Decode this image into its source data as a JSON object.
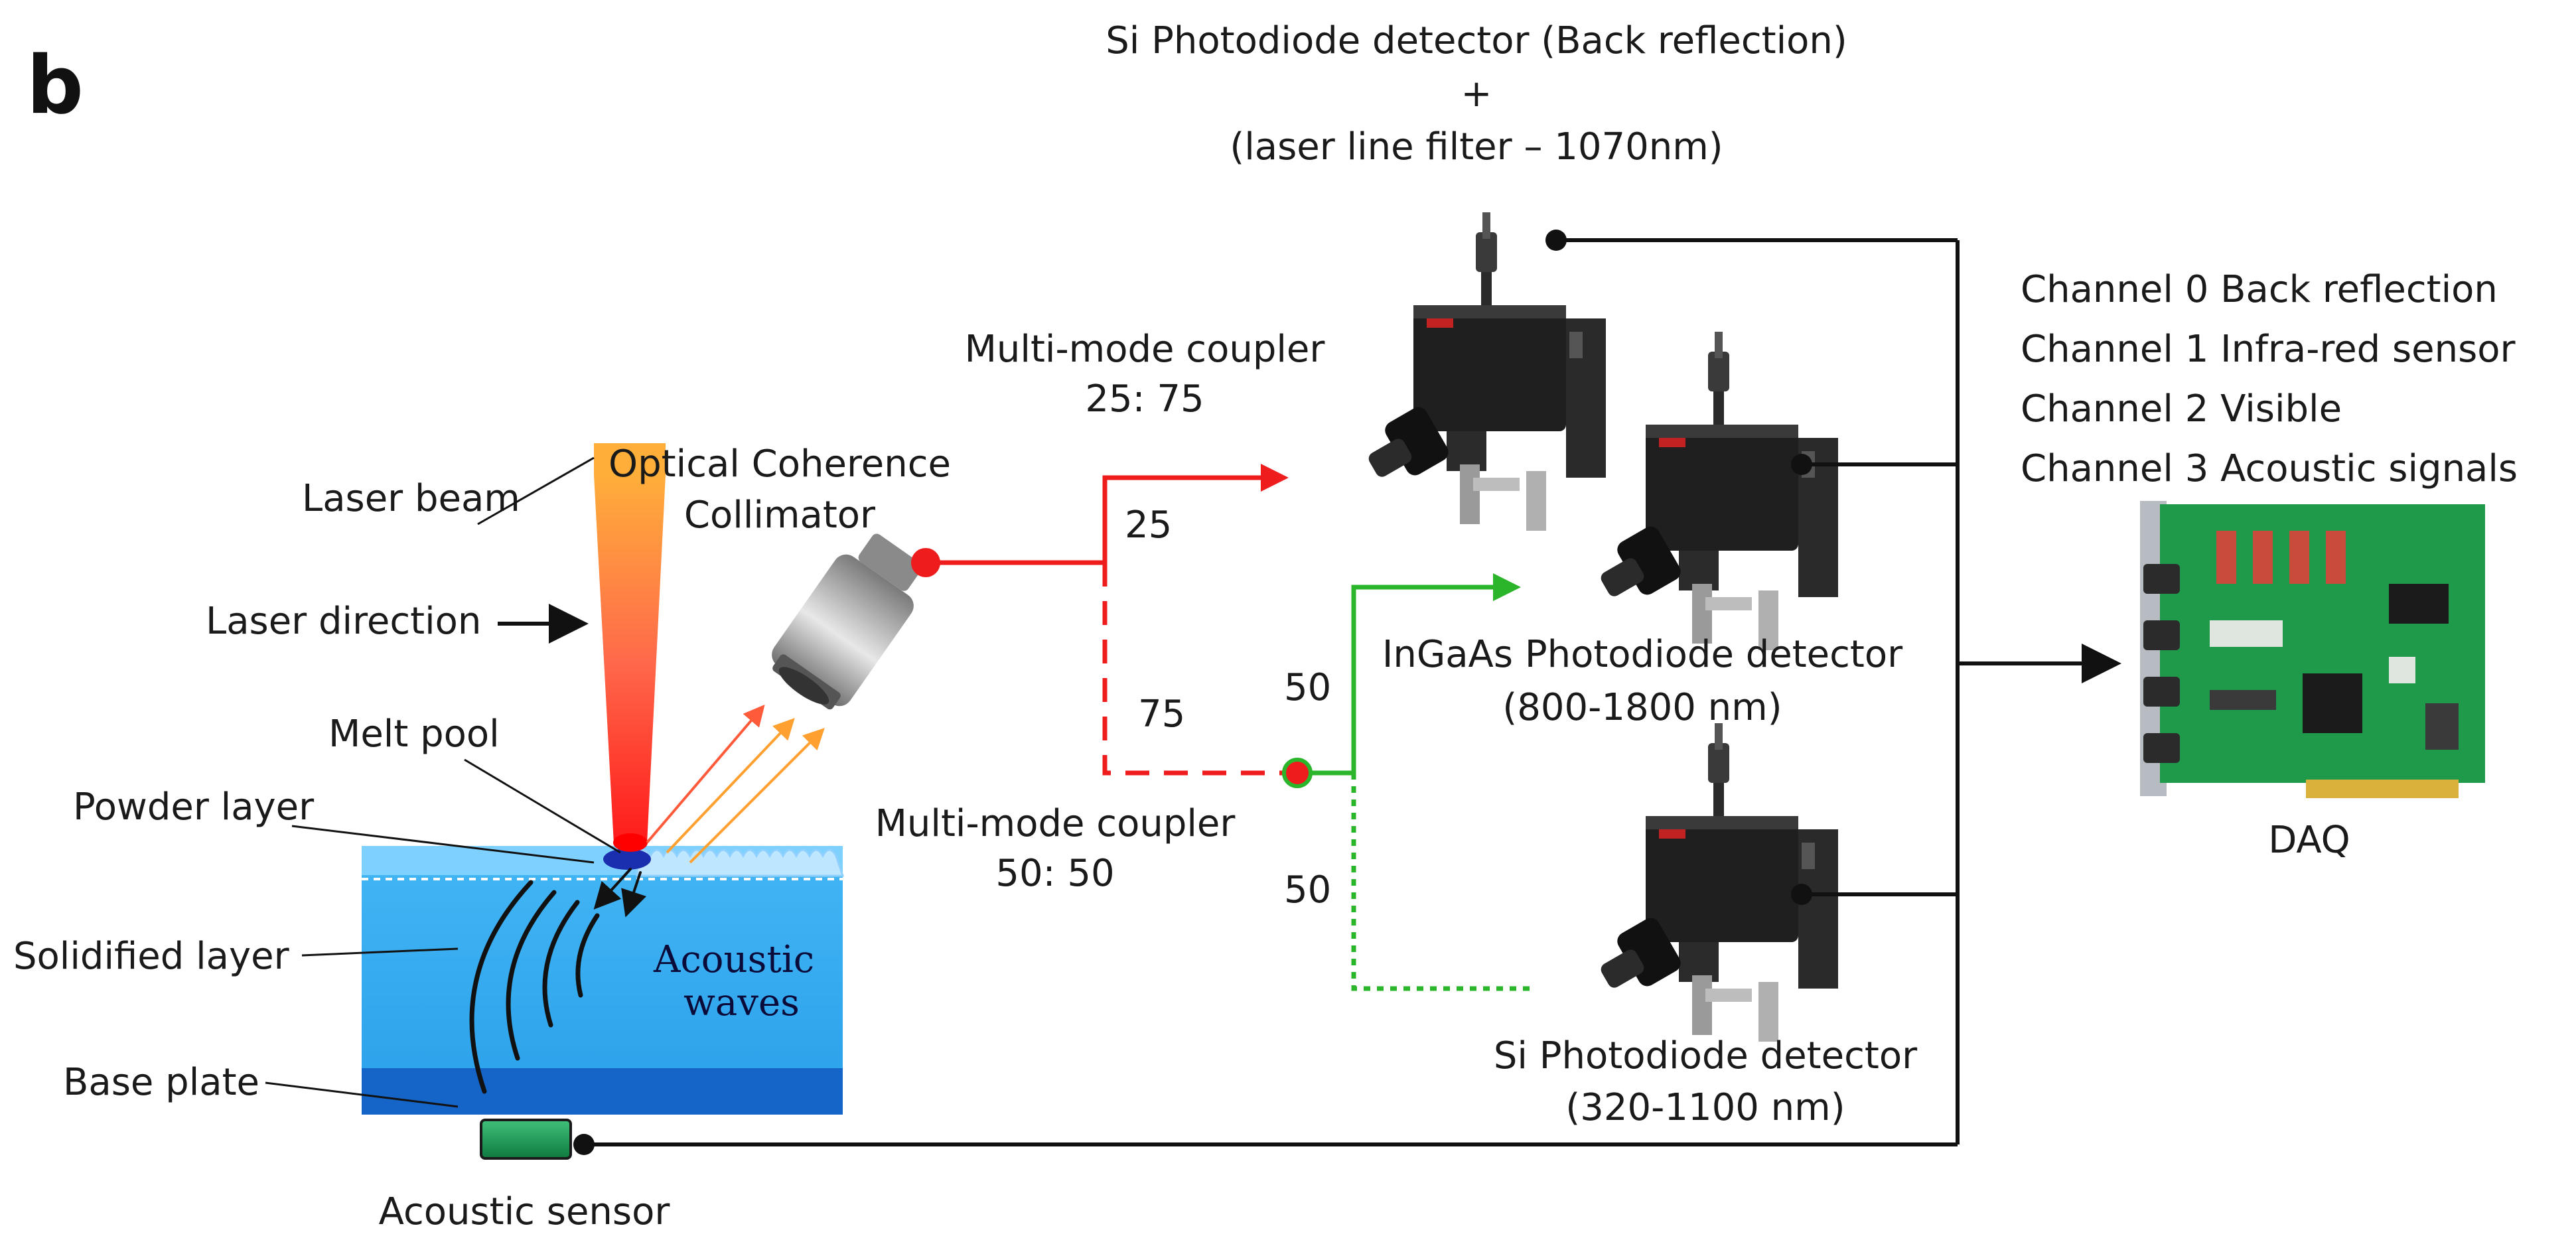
{
  "panel_label": "b",
  "top_detector": {
    "line1": "Si Photodiode detector (Back reflection)",
    "line2": "+",
    "line3": "(laser line filter – 1070nm)"
  },
  "coupler_top": {
    "line1": "Multi-mode coupler",
    "line2": "25: 75"
  },
  "coupler_bottom": {
    "line1": "Multi-mode coupler",
    "line2": "50: 50"
  },
  "collimator": {
    "line1": "Optical Coherence",
    "line2": "Collimator"
  },
  "split_labels": {
    "p25": "25",
    "p75": "75",
    "p50_upper": "50",
    "p50_lower": "50"
  },
  "ingaas_detector": {
    "line1": "InGaAs Photodiode detector",
    "line2": "(800-1800 nm)"
  },
  "si_detector": {
    "line1": "Si Photodiode detector",
    "line2": "(320-1100 nm)"
  },
  "channels": [
    "Channel 0 Back reflection",
    "Channel 1 Infra-red sensor",
    "Channel 2 Visible",
    "Channel 3 Acoustic signals"
  ],
  "daq_label": "DAQ",
  "process_labels": {
    "laser_beam": "Laser beam",
    "laser_direction": "Laser direction",
    "melt_pool": "Melt pool",
    "powder_layer": "Powder layer",
    "solidified_layer": "Solidified layer",
    "base_plate": "Base plate",
    "acoustic_sensor": "Acoustic sensor",
    "acoustic_waves_1": "Acoustic",
    "acoustic_waves_2": "waves"
  },
  "colors": {
    "fiber_red": "#ee1c1c",
    "fiber_green": "#2bb52b",
    "signal_black": "#111111",
    "substrate_blue": "#2aa6ee",
    "base_plate_blue": "#1565c8",
    "daq_board_green": "#1f9a4a"
  }
}
